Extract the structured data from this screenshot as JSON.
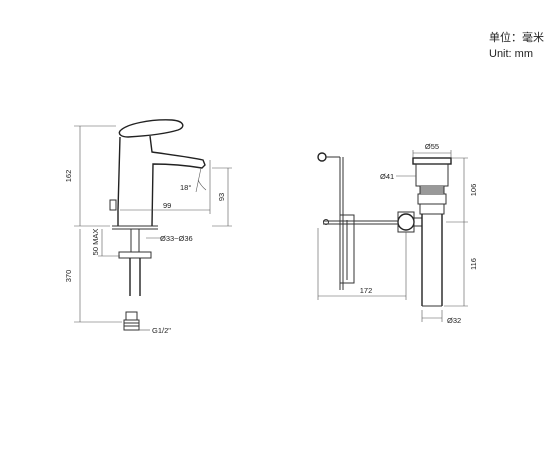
{
  "units": {
    "cn": "单位：毫米",
    "en": "Unit: mm"
  },
  "faucet": {
    "height_total": "162",
    "spout_reach": "99",
    "spout_angle": "18°",
    "spout_height": "93",
    "max_deck": "50 MAX",
    "hole_diameter": "Ø33~Ø36",
    "hose_length": "370",
    "thread": "G1/2\""
  },
  "drain": {
    "cap_diameter": "Ø55",
    "body_diameter": "Ø41",
    "upper_height": "106",
    "lower_height": "116",
    "rod_length": "172",
    "tail_diameter": "Ø32"
  }
}
